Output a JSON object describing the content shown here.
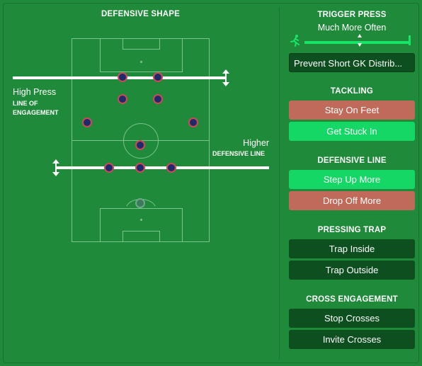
{
  "defensive_shape": {
    "title": "DEFENSIVE SHAPE",
    "press_label": "High Press",
    "press_sub1": "LINE OF",
    "press_sub2": "ENGAGEMENT",
    "line_label": "Higher",
    "line_sub": "DEFENSIVE LINE"
  },
  "trigger_press": {
    "title": "TRIGGER PRESS",
    "value": "Much More Often",
    "level": 0.5,
    "dropdown": "Prevent Short GK Distrib..."
  },
  "tackling": {
    "title": "TACKLING",
    "options": [
      "Stay On Feet",
      "Get Stuck In"
    ]
  },
  "defensive_line": {
    "title": "DEFENSIVE LINE",
    "options": [
      "Step Up More",
      "Drop Off More"
    ]
  },
  "pressing_trap": {
    "title": "PRESSING TRAP",
    "options": [
      "Trap Inside",
      "Trap Outside"
    ]
  },
  "cross_engagement": {
    "title": "CROSS ENGAGEMENT",
    "options": [
      "Stop Crosses",
      "Invite Crosses"
    ]
  },
  "colors": {
    "background": "#1f8a3a",
    "active": "#15d765",
    "inactive": "#c06a5a",
    "neutral": "#0d4f1f"
  }
}
